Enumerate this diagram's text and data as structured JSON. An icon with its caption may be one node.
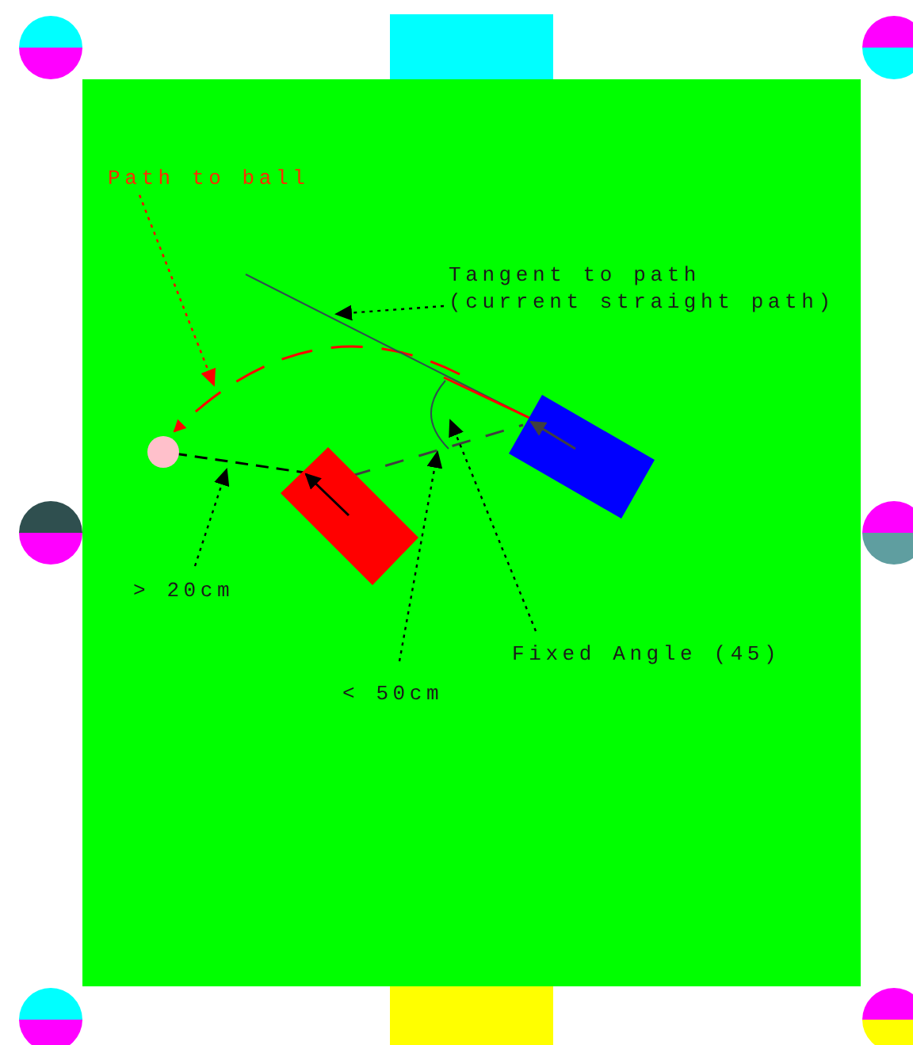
{
  "diagram": {
    "nodes": [
      {
        "text": [
          "Path to ball"
        ]
      },
      {
        "text": [
          "Tangent to path (current straight path)"
        ]
      },
      {
        "text": [
          "> 20cm"
        ]
      },
      {
        "text": [
          "< 50cm"
        ]
      },
      {
        "text": [
          "Fixed Angle (45)"
        ]
      },
      {
        "text": [],
        "shape": "arc"
      },
      {
        "text": [],
        "shape": "line"
      },
      {
        "text": [],
        "shape": "line"
      },
      {
        "text": [],
        "shape": "line"
      },
      {
        "text": [],
        "shape": "arc"
      }
    ],
    "edges": [
      {
        "from": 0,
        "to": 5,
        "arrow": "to",
        "color": "#ff0000"
      },
      {
        "from": 1,
        "to": 6,
        "arrow": "to"
      },
      {
        "from": 2,
        "to": 7,
        "arrow": "to"
      },
      {
        "from": 3,
        "to": 8,
        "arrow": "to"
      },
      {
        "from": 4,
        "to": 9,
        "arrow": "to"
      }
    ]
  }
}
